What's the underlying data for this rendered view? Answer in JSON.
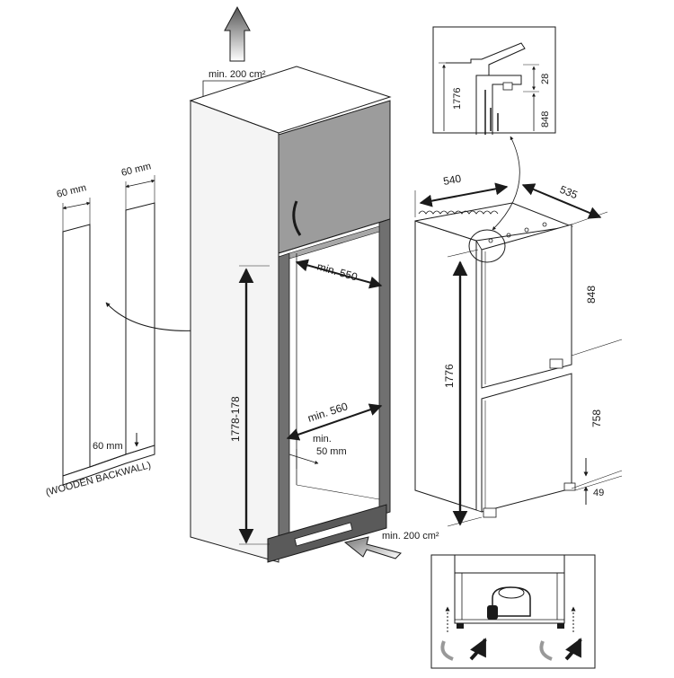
{
  "cabinet": {
    "vent_top": "min. 200 cm²",
    "vent_bottom": "min. 200 cm²",
    "depth_top": "min. 550",
    "width_inner": "min. 560",
    "gap": "min.\n50 mm",
    "height_range": "1778-178"
  },
  "backwall": {
    "dim_left": "60 mm",
    "dim_right": "60 mm",
    "dim_bottom": "60 mm",
    "caption": "(WOODEN BACKWALL)"
  },
  "appliance": {
    "width": "540",
    "depth": "535",
    "total_height": "1776",
    "upper_door": "848",
    "lower_door": "758",
    "foot": "49"
  },
  "detail_top": {
    "dim_1776": "1776",
    "dim_28": "28",
    "dim_848": "848"
  },
  "colors": {
    "line": "#1a1a1a",
    "cabinet_front": "#f2f2f2",
    "cabinet_side": "#d8d8d8",
    "door_gray": "#9a9a9a",
    "frame_dark": "#6e6e6e",
    "plinth_dark": "#5a5a5a",
    "arrow_fill": "#8a8a8a"
  }
}
